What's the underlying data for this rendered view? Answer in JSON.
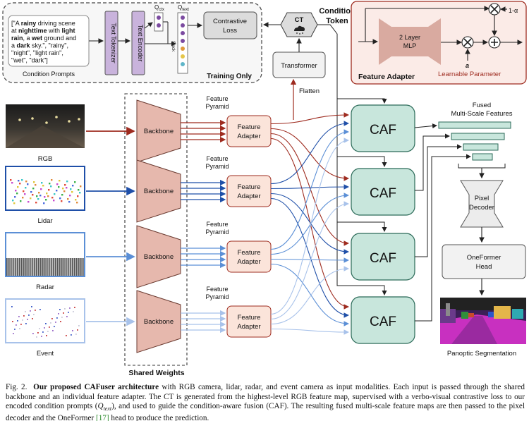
{
  "condition_prompts": {
    "lines": [
      [
        {
          "t": "[\"A "
        },
        {
          "t": "rainy",
          "b": true
        },
        {
          "t": " driving scene"
        }
      ],
      [
        {
          "t": "at "
        },
        {
          "t": "nighttime",
          "b": true
        },
        {
          "t": " with "
        },
        {
          "t": "light",
          "b": true
        }
      ],
      [
        {
          "t": "rain",
          "b": true
        },
        {
          "t": ", a "
        },
        {
          "t": "wet",
          "b": true
        },
        {
          "t": " ground and"
        }
      ],
      [
        {
          "t": "a "
        },
        {
          "t": "dark",
          "b": true
        },
        {
          "t": " sky.\", \"rainy\","
        }
      ],
      [
        {
          "t": "\"night\", \"light rain\","
        }
      ],
      [
        {
          "t": "\"wet\", \"dark\"]"
        }
      ]
    ],
    "label": "Condition Prompts"
  },
  "training": {
    "text_tokenizer": "Text Tokenizer",
    "text_encoder": "Text Encoder",
    "q_ctx": "Q",
    "q_ctx_sub": "ctx",
    "q_text": "Q",
    "q_text_sub": "text",
    "stack": "Stack",
    "contrastive_loss_l1": "Contrastive",
    "contrastive_loss_l2": "Loss",
    "training_only": "Training Only"
  },
  "ct": {
    "label": "CT",
    "title_l1": "Condition",
    "title_l2": "Token",
    "transformer": "Transformer",
    "flatten": "Flatten"
  },
  "feature_adapter_panel": {
    "mlp_l1": "2 Layer",
    "mlp_l2": "MLP",
    "one_minus_alpha": "1-α",
    "alpha": "a",
    "title": "Feature Adapter",
    "learnable": "Learnable Parameter"
  },
  "modalities": [
    {
      "name": "RGB",
      "backbone": "Backbone",
      "pyramid_l1": "Feature",
      "pyramid_l2": "Pyramid",
      "adapter_l1": "Feature",
      "adapter_l2": "Adapter"
    },
    {
      "name": "Lidar",
      "backbone": "Backbone",
      "pyramid_l1": "Feature",
      "pyramid_l2": "Pyramid",
      "adapter_l1": "Feature",
      "adapter_l2": "Adapter"
    },
    {
      "name": "Radar",
      "backbone": "Backbone",
      "pyramid_l1": "Feature",
      "pyramid_l2": "Pyramid",
      "adapter_l1": "Feature",
      "adapter_l2": "Adapter"
    },
    {
      "name": "Event",
      "backbone": "Backbone",
      "pyramid_l1": "Feature",
      "pyramid_l2": "Pyramid",
      "adapter_l1": "Feature",
      "adapter_l2": "Adapter"
    }
  ],
  "shared_weights": "Shared Weights",
  "caf_label": "CAF",
  "fused": {
    "l1": "Fused",
    "l2": "Multi-Scale Features"
  },
  "pixel_decoder": {
    "l1": "Pixel",
    "l2": "Decoder"
  },
  "oneformer": {
    "l1": "OneFormer",
    "l2": "Head"
  },
  "panoptic": "Panoptic Segmentation",
  "caption": {
    "fig": "Fig. 2.",
    "bold": "Our proposed CAFuser architecture",
    "part1": " with RGB camera, lidar, radar, and event camera as input modalities. Each input is passed through the shared backbone and an individual feature adapter. The CT is generated from the highest-level RGB feature map, supervised with a verbo-visual contrastive loss to our encoded condition prompts (",
    "qtext": "Q",
    "qtext_sub": "text",
    "part2": "), and used to guide the condition-aware fusion (CAF). The resulting fused multi-scale feature maps are then passed to the pixel decoder and the OneFormer ",
    "ref": "[17]",
    "part3": " head to produce the prediction."
  },
  "colors": {
    "rgb": "#9e2b1f",
    "lidar": "#1f4fa8",
    "radar": "#5b8fd6",
    "event": "#a8c2ea",
    "backbone_fill": "#e6b8ad",
    "adapter_fill": "#fbe4da",
    "caf_fill": "#c8e6dc",
    "caf_stroke": "#2b6a58",
    "purple": "#c9b3dc",
    "panel_bg": "#fbebe7"
  }
}
